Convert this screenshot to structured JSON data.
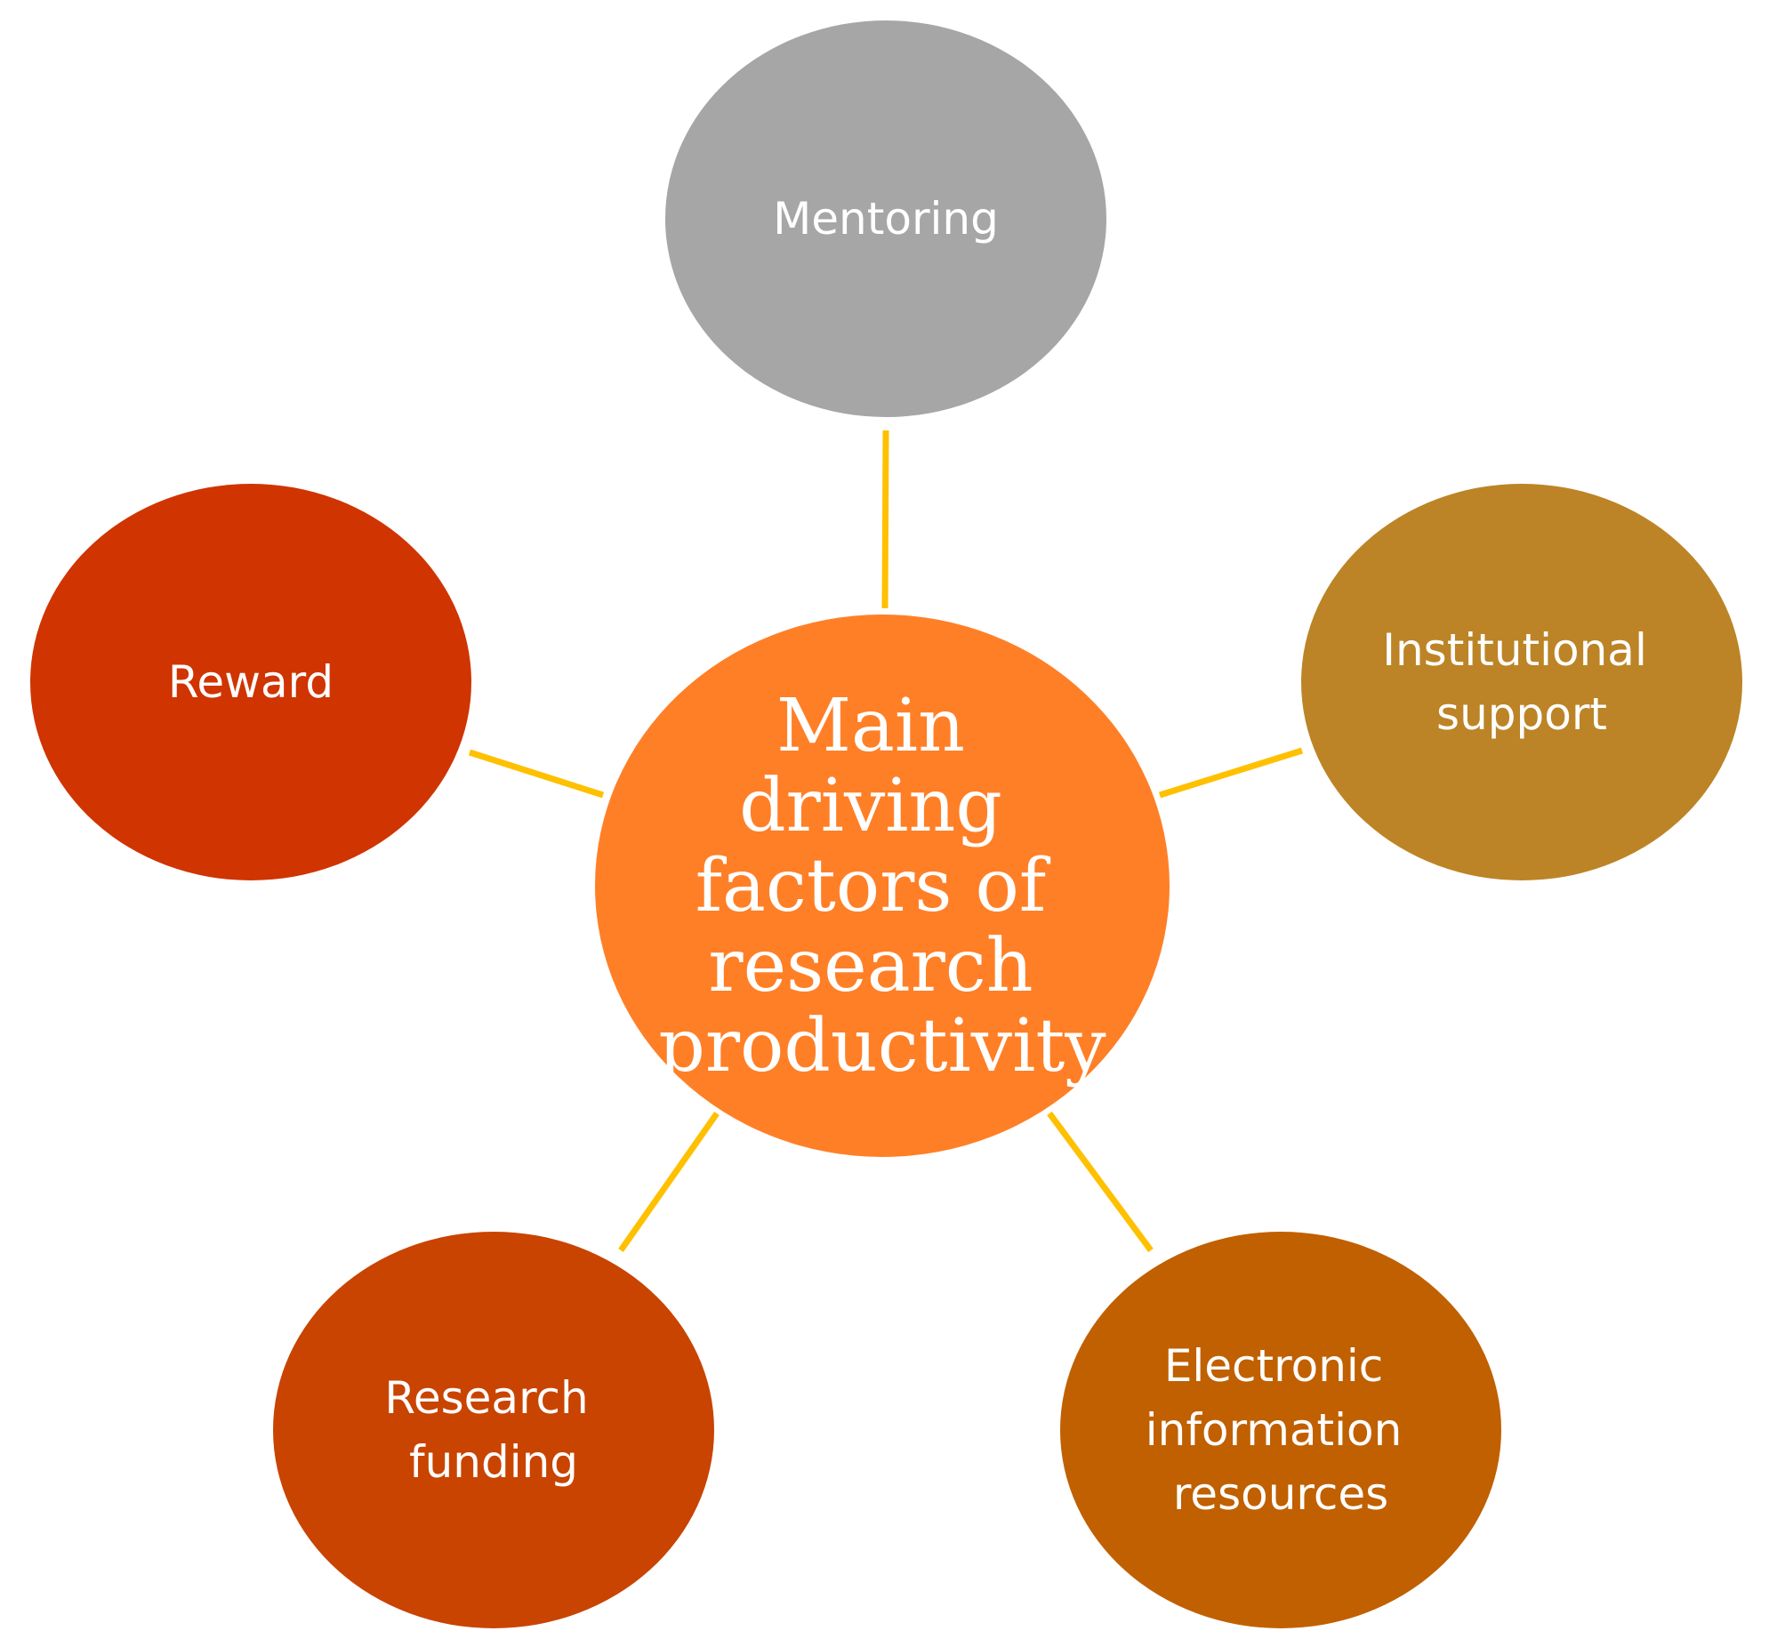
{
  "diagram": {
    "center": {
      "lines": [
        "Main",
        "driving",
        "factors of",
        "research",
        "productivity"
      ],
      "color": "#FF7F27"
    },
    "nodes": [
      {
        "id": "mentoring",
        "lines": [
          "Mentoring"
        ],
        "color": "#A6A6A6"
      },
      {
        "id": "institutional-support",
        "lines": [
          "Institutional",
          "support"
        ],
        "color": "#BC8426"
      },
      {
        "id": "electronic-information-resources",
        "lines": [
          "Electronic",
          "information",
          "resources"
        ],
        "color": "#C06000"
      },
      {
        "id": "research-funding",
        "lines": [
          "Research",
          "funding"
        ],
        "color": "#C84400"
      },
      {
        "id": "reward",
        "lines": [
          "Reward"
        ],
        "color": "#D03400"
      }
    ],
    "connector_color": "#FFC000"
  }
}
